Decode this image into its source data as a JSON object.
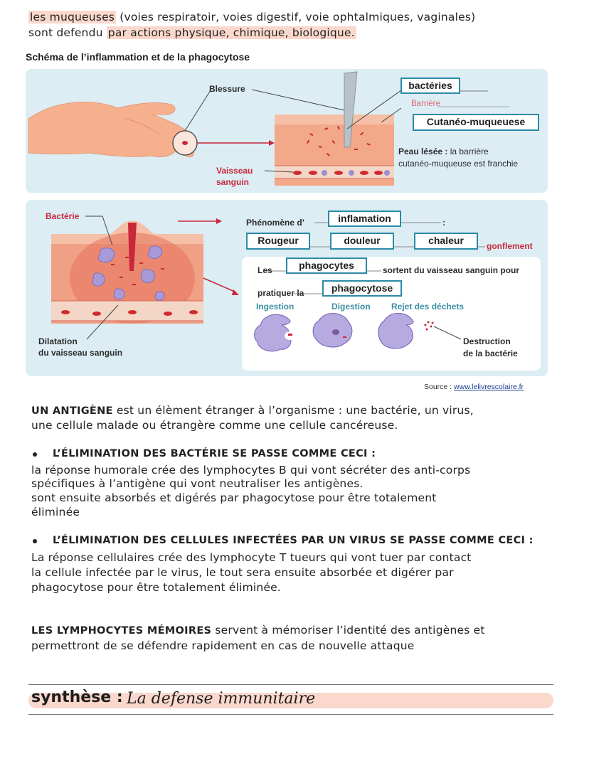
{
  "intro": {
    "line1_hl": "les muqueuses",
    "line1_rest": " (voies respiratoir, voies digestif, voie ophtalmiques, vaginales)",
    "line2_a": "sont defendu ",
    "line2_hl": "par actions physique, chimique, biologique."
  },
  "schema": {
    "title": "Schéma de l’inflammation et de la phagocytose",
    "panel1": {
      "blessure": "Blessure",
      "box_bacteries": "bactéries",
      "barriere": "Barrière",
      "box_barriere": "Cutanéo-muqueuese",
      "peau_bold": "Peau lésée :",
      "peau_rest": " la barrière",
      "peau_line2": "cutanéo-muqueuse est franchie",
      "vaisseau": "Vaisseau",
      "sanguin": "sanguin"
    },
    "panel2": {
      "bacterie": "Bactérie",
      "phenomene": "Phénomène d’",
      "box_inflam": "inflamation",
      "colon": ":",
      "box_rougeur": "Rougeur",
      "box_douleur": "douleur",
      "box_chaleur": "chaleur",
      "gonflement": "gonflement",
      "les": "Les",
      "box_phagocytes": "phagocytes",
      "sortent": "sortent du vaisseau sanguin pour",
      "pratiquer": "pratiquer la",
      "box_phagocytose": "phagocytose",
      "ingestion": "Ingestion",
      "digestion": "Digestion",
      "rejet": "Rejet des déchets",
      "destruction1": "Destruction",
      "destruction2": "de la bactérie",
      "dilatation1": "Dilatation",
      "dilatation2": "du vaisseau sanguin"
    },
    "source_label": "Source :",
    "source_link": "www.lelivrescolaire.fr"
  },
  "antigene": {
    "head": "UN ANTIGÈNE",
    "line1": " est un élèment étranger à l’organisme : une bactérie, un virus,",
    "line2": "une cellule malade ou étrangère comme une cellule cancéreuse."
  },
  "bacteries": {
    "heading": "L’ÉLIMINATION DES BACTÉRIE SE PASSE COMME CECI :",
    "line1": "la réponse humorale crée des lymphocytes B qui vont sécréter des anti-corps",
    "line2": "spécifiques à l’antigène qui vont neutraliser les antigènes.",
    "line3": "sont ensuite absorbés et digérés par phagocytose pour être totalement",
    "line4": "éliminée"
  },
  "virus": {
    "heading": "L’ÉLIMINATION DES CELLULES INFECTÉES PAR UN VIRUS SE PASSE COMME CECI :",
    "line1": "La réponse cellulaires crée des lymphocyte T tueurs qui vont tuer par contact",
    "line2": "la cellule infectée par le virus, le tout sera ensuite absorbée et digérer par",
    "line3": "phagocytose pour être totalement éliminée."
  },
  "memoire": {
    "head": "LES LYMPHOCYTES MÉMOIRES",
    "line1": " servent à mémoriser l’identité des antigènes et",
    "line2": "permettront de se défendre rapidement en cas de nouvelle attaque"
  },
  "synthese": {
    "label": "synthèse :",
    "title": "La defense immunitaire"
  },
  "colors": {
    "highlight": "#fbd8cc",
    "panel": "#dcedf4",
    "box_border": "#2b8aa8",
    "accent_red": "#c8283a"
  }
}
